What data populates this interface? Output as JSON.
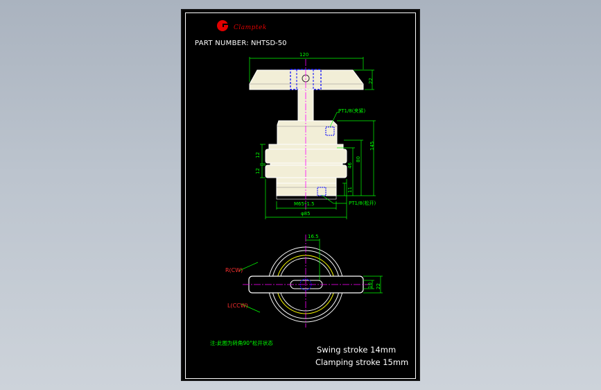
{
  "sheet": {
    "brand_name": "Clamptek",
    "part_label": "PART NUMBER:",
    "part_number": "NHTSD-50",
    "note": "注:此图为转角90°松开状态",
    "swing_stroke": "Swing stroke 14mm",
    "clamping_stroke": "Clamping stroke 15mm"
  },
  "dimensions": {
    "d120": "120",
    "d22_top": "22",
    "pt_top": "PT1/8(夹紧)",
    "d12_a": "12",
    "d12_b": "12",
    "d145": "145",
    "d80": "80",
    "d46": "46",
    "d11": "11",
    "m65": "M65*1.5",
    "pt_bottom": "PT1/8(松开)",
    "phi85": "φ85",
    "d165": "16.5",
    "r_cw": "R(CW)",
    "l_ccw": "L(CCW)",
    "d10": "10",
    "d22_plan": "22"
  },
  "colors": {
    "background": "#b6bec9",
    "sheet": "#000000",
    "outline": "#ffffff",
    "body_fill": "#f2eed7",
    "dimension": "#00ff00",
    "centerline": "#ff00ff",
    "hidden": "#0000ff",
    "brand": "#e00000",
    "port": "#ff3030",
    "circle": "#ffff00"
  }
}
